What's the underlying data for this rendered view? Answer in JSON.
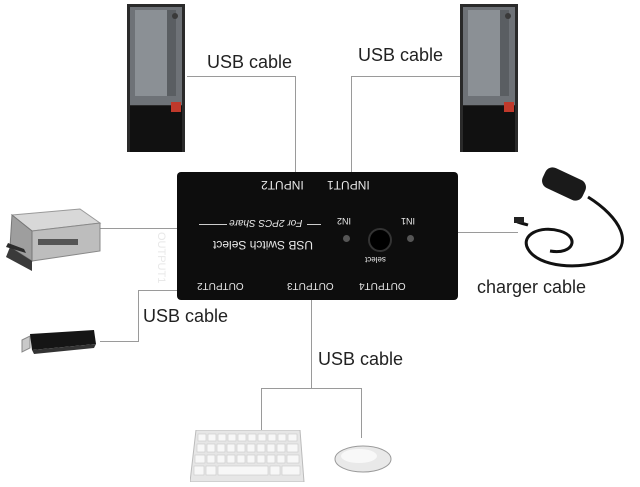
{
  "labels": {
    "usb_cable_top_left": "USB cable",
    "usb_cable_top_right": "USB cable",
    "usb_cable_left": "USB cable",
    "usb_cable_bottom": "USB cable",
    "charger_cable": "charger cable"
  },
  "hub": {
    "input1": "INPUT1",
    "input2": "INPUT2",
    "output1": "OUTPUT1",
    "output2": "OUTPUT2",
    "output3": "OUTPUT3",
    "output4": "OUTPUT4",
    "in1": "IN1",
    "in2": "IN2",
    "share_text": "For 2PCS Share",
    "title": "USB Switch Select",
    "select": "select"
  },
  "colors": {
    "hub_body": "#0d0d0d",
    "line": "#9a9a9a",
    "label": "#222222"
  }
}
